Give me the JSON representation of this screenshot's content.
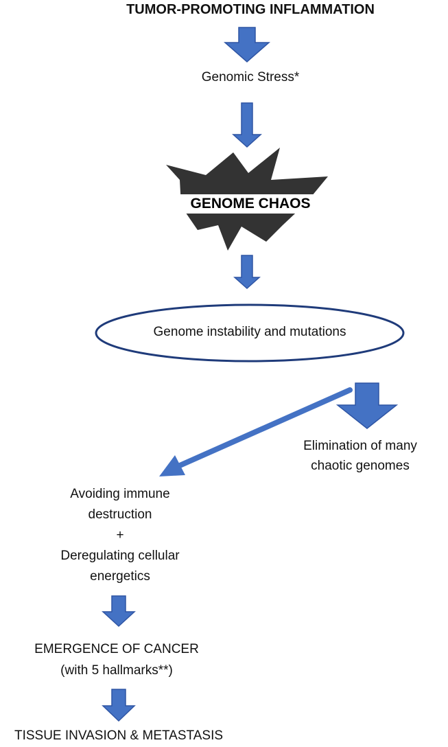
{
  "nodes": {
    "top": "TUMOR-PROMOTING INFLAMMATION",
    "stress": "Genomic Stress*",
    "chaos": "GENOME CHAOS",
    "instability": "Genome instability and mutations",
    "elimination_1": "Elimination of many",
    "elimination_2": "chaotic genomes",
    "avoid_1": "Avoiding immune",
    "avoid_2": "destruction",
    "plus": "+",
    "dereg_1": "Deregulating cellular",
    "dereg_2": "energetics",
    "emergence_1": "EMERGENCE OF CANCER",
    "emergence_2": "(with 5 hallmarks**)",
    "bottom": "TISSUE INVASION & METASTASIS"
  },
  "colors": {
    "arrow_fill": "#4472c4",
    "arrow_stroke": "#2f55a4",
    "ellipse_stroke": "#1f3b7a",
    "burst": "#333333",
    "text": "#111111"
  }
}
